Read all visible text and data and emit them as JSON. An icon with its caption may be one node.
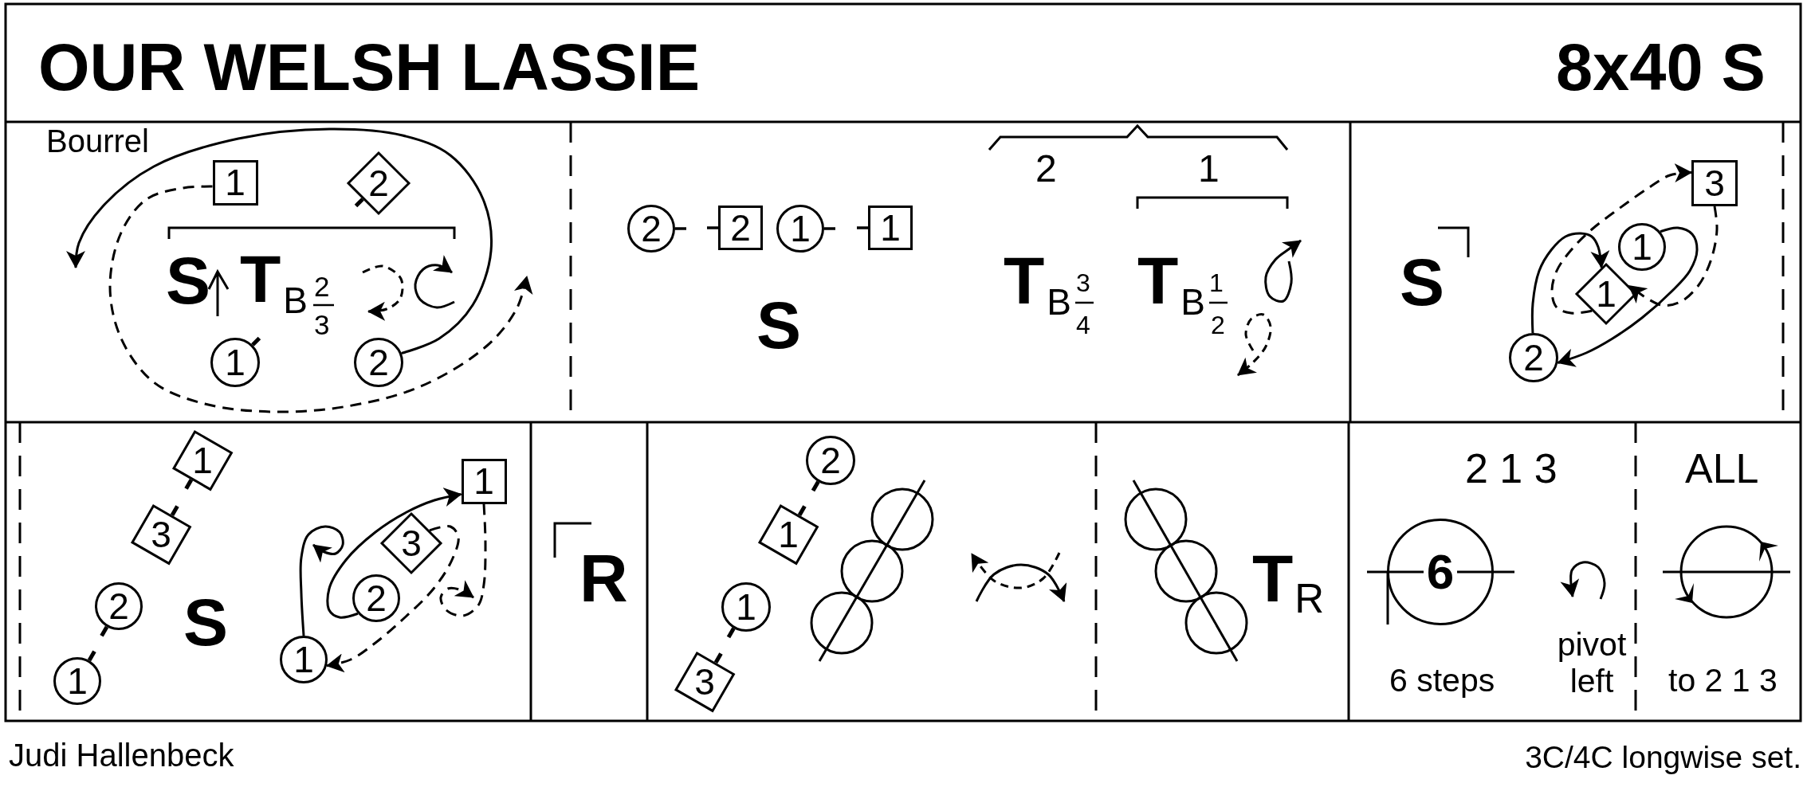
{
  "diagram": {
    "title": "OUR WELSH LASSIE",
    "nodes": [
      {
        "text": [
          "1"
        ]
      },
      {
        "text": [
          "2"
        ]
      },
      {
        "text": [
          "1"
        ]
      },
      {
        "text": [
          "2"
        ]
      },
      {
        "text": [
          "2"
        ]
      },
      {
        "text": [
          "2"
        ]
      },
      {
        "text": [
          "1"
        ]
      },
      {
        "text": [
          "1"
        ]
      },
      {
        "text": [
          "3"
        ]
      },
      {
        "text": [
          "1"
        ]
      },
      {
        "text": [
          "1"
        ]
      },
      {
        "text": [
          "2"
        ]
      },
      {
        "text": [
          "1"
        ]
      },
      {
        "text": [
          "3"
        ]
      },
      {
        "text": [
          "2"
        ]
      },
      {
        "text": [
          "1"
        ]
      },
      {
        "text": [
          "1"
        ]
      },
      {
        "text": [
          "3"
        ]
      },
      {
        "text": [
          "2"
        ]
      },
      {
        "text": [
          "1"
        ]
      },
      {
        "text": [
          "2"
        ]
      },
      {
        "text": [
          "1"
        ]
      },
      {
        "text": [
          "1"
        ]
      },
      {
        "text": [
          "3"
        ]
      },
      {
        "text": [
          "6"
        ],
        "beside": [
          "6 steps"
        ]
      }
    ],
    "edges": [
      {
        "from": 3,
        "to": null,
        "arrow": "to"
      },
      {
        "from": 0,
        "to": null,
        "arrow": "to",
        "style": "dashed"
      },
      {
        "from": 8,
        "to": 10,
        "arrow": "to",
        "style": "dashed"
      },
      {
        "from": 10,
        "to": 8,
        "arrow": "to",
        "style": "dashed"
      },
      {
        "from": 11,
        "to": 10,
        "arrow": "to"
      },
      {
        "from": 9,
        "to": 11,
        "arrow": "to"
      },
      {
        "from": 19,
        "to": null,
        "arrow": "to"
      },
      {
        "from": 18,
        "to": 16,
        "arrow": "to"
      },
      {
        "from": 16,
        "to": null,
        "arrow": "to",
        "style": "dashed"
      },
      {
        "from": 17,
        "to": 19,
        "arrow": "to",
        "style": "dashed"
      }
    ],
    "labels": [
      "8x40 S",
      "Bourrel",
      "S",
      "T$_{B}$",
      "2",
      "3",
      "S",
      "2",
      "1",
      "T$_{B}$",
      "3",
      "4",
      "T$_{B}$",
      "1",
      "2",
      "S",
      "S",
      "R",
      "T$_{R}$",
      "2 1 3",
      "ALL",
      "pivot left",
      "to 2 1 3",
      "Judi Hallenbeck",
      "3C/4C longwise set."
    ]
  }
}
